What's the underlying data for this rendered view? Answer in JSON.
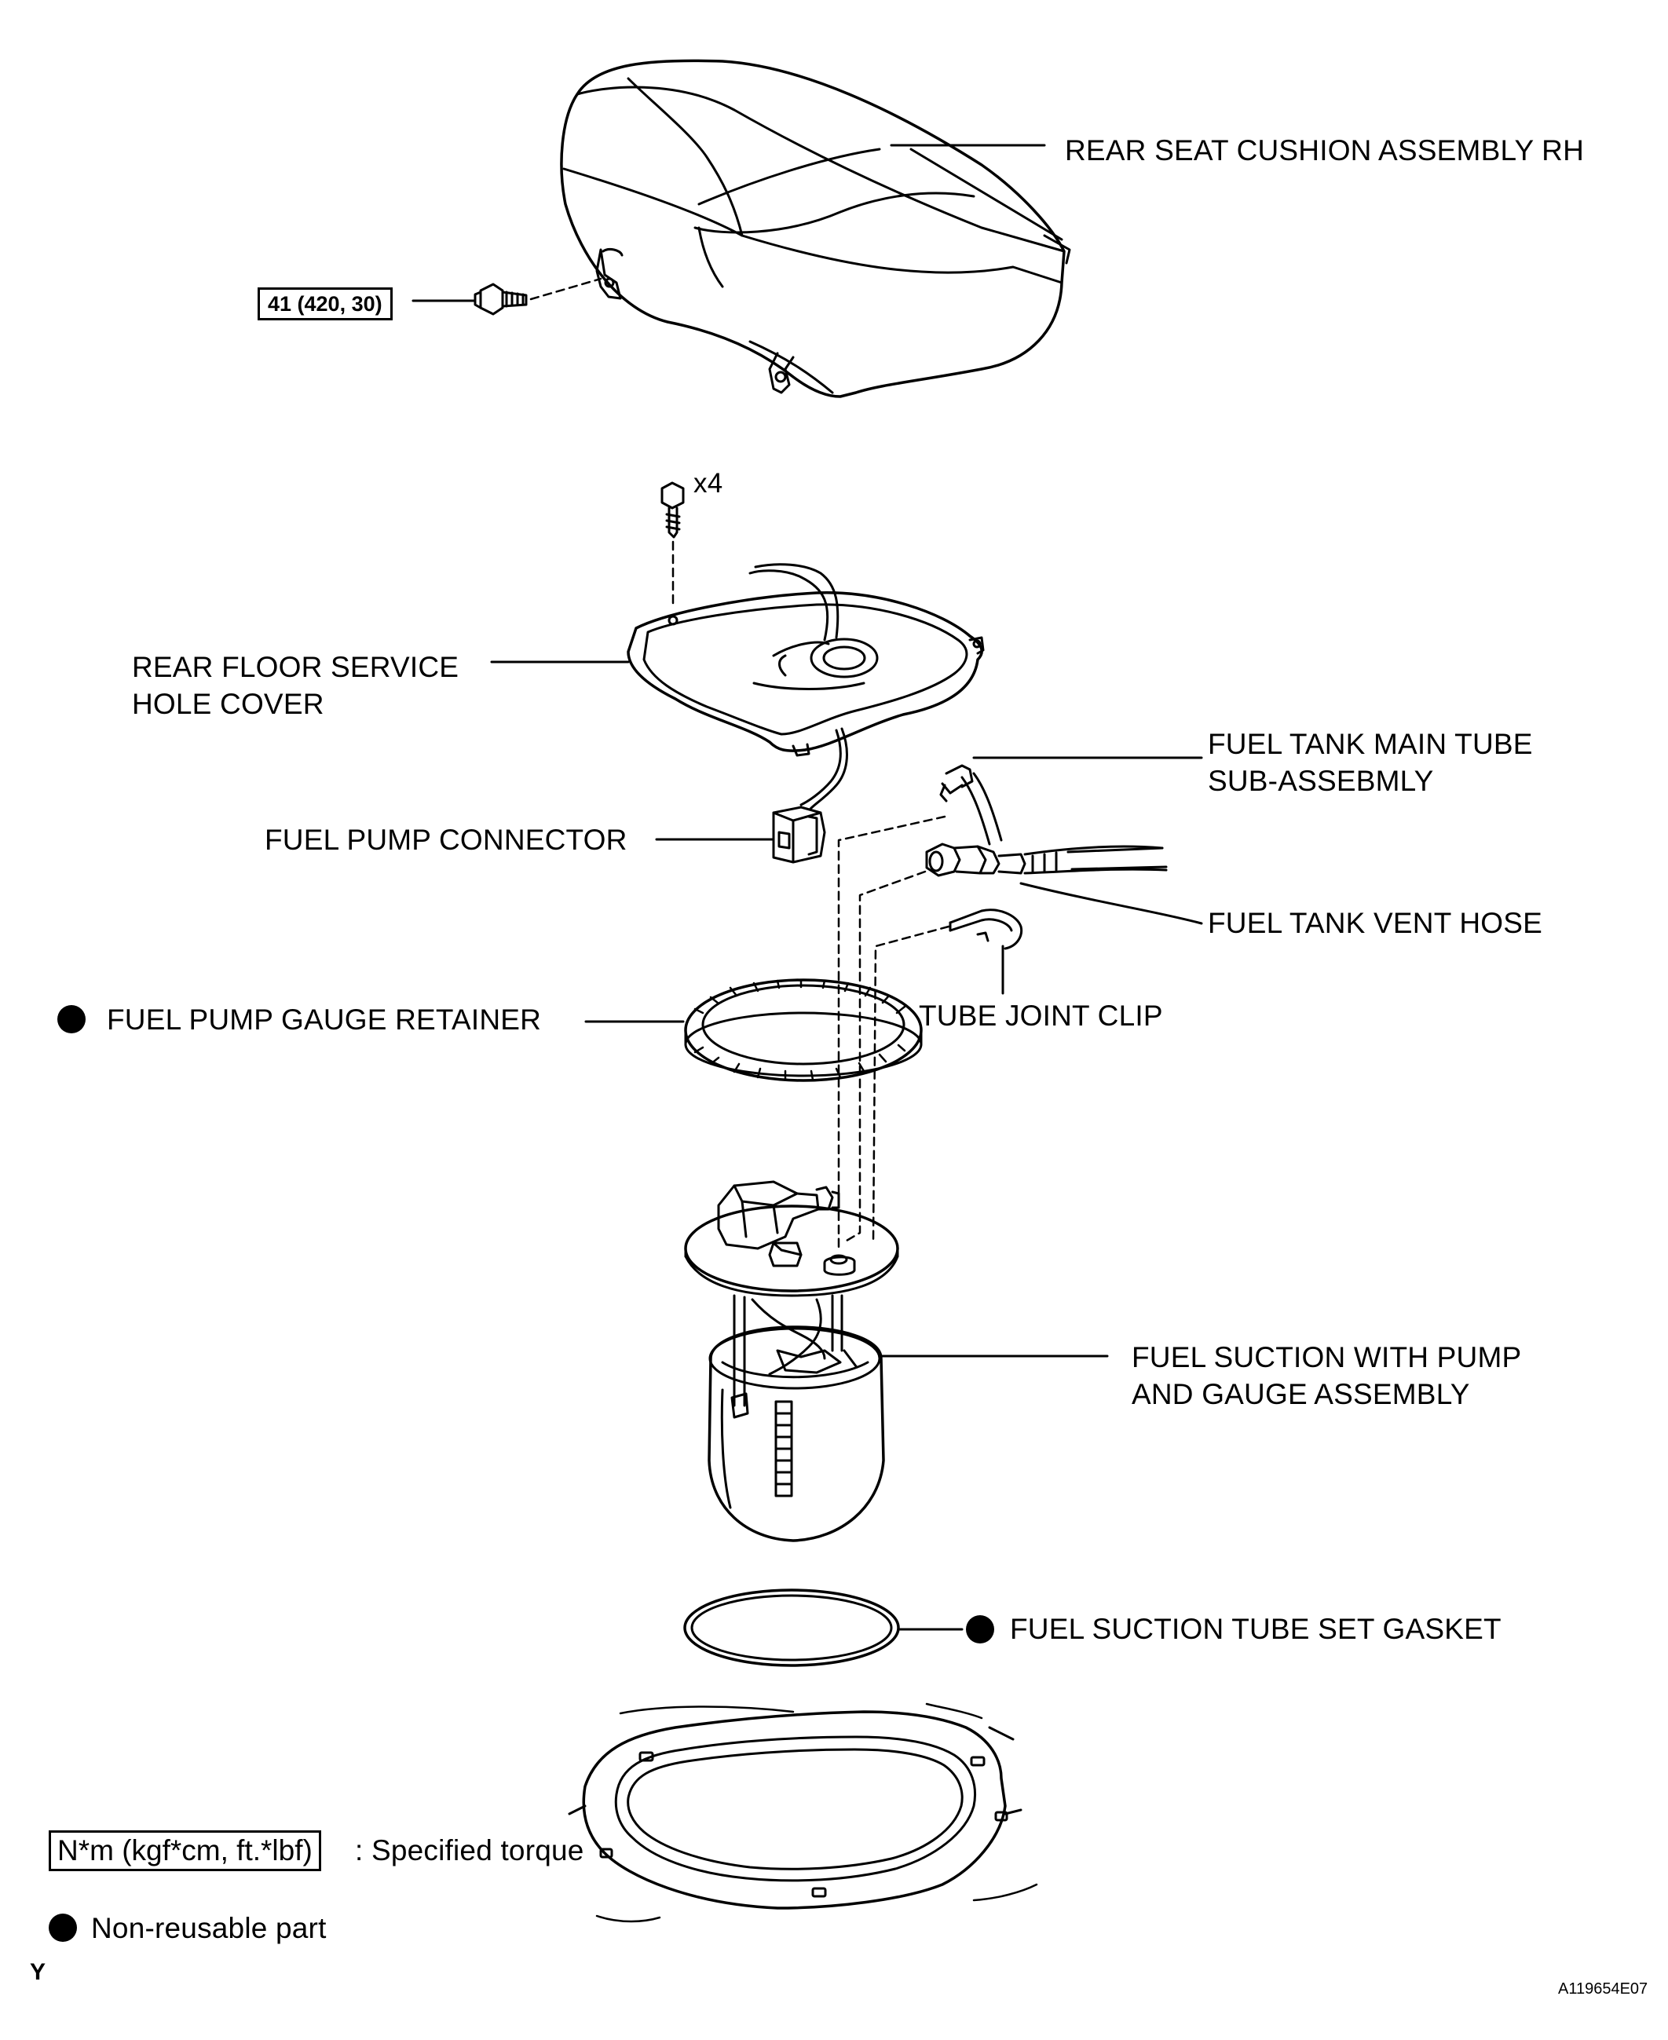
{
  "diagram": {
    "labels": {
      "rear_seat": "REAR SEAT CUSHION ASSEMBLY RH",
      "service_cover_line1": "REAR FLOOR SERVICE",
      "service_cover_line2": "HOLE COVER",
      "fuel_pump_connector": "FUEL PUMP CONNECTOR",
      "main_tube_line1": "FUEL TANK MAIN TUBE",
      "main_tube_line2": "SUB-ASSEBMLY",
      "vent_hose": "FUEL TANK VENT HOSE",
      "retainer": "FUEL PUMP GAUGE RETAINER",
      "tube_joint_clip": "TUBE JOINT CLIP",
      "suction_line1": "FUEL SUCTION WITH PUMP",
      "suction_line2": "AND GAUGE ASSEMBLY",
      "gasket": "FUEL SUCTION TUBE  SET GASKET"
    },
    "torque_spec": "41 (420, 30)",
    "screw_qty": "x4",
    "legend": {
      "torque_box": "N*m (kgf*cm, ft.*lbf)",
      "torque_text": ": Specified torque",
      "nonreusable_text": "Non-reusable part"
    },
    "corner_mark": "Y",
    "figure_id": "A119654E07"
  },
  "colors": {
    "ink": "#000000",
    "paper": "#ffffff"
  },
  "icons": [
    "non-reusable-dot-icon",
    "bolt-icon",
    "screw-icon"
  ]
}
